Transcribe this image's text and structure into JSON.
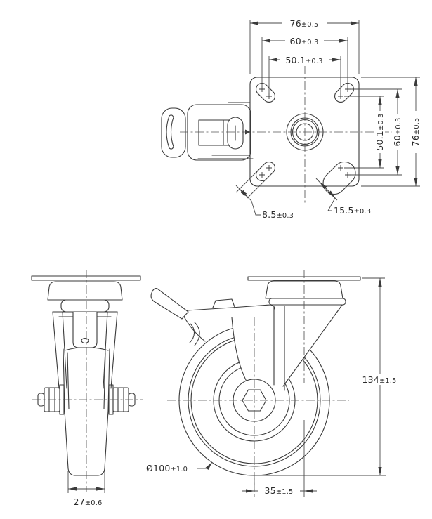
{
  "drawing": {
    "title": "swivel caster with total lock brake - dimensioned engineering drawing",
    "background": "#ffffff",
    "line_color": "#3a3a3a"
  },
  "dimensions": {
    "plate_width_top": {
      "value": "76",
      "tol": "±0.5"
    },
    "bolt_outer_top": {
      "value": "60",
      "tol": "±0.3"
    },
    "bolt_inner_top": {
      "value": "50.1",
      "tol": "±0.3"
    },
    "bolt_inner_right": {
      "value": "50.1",
      "tol": "±0.3"
    },
    "bolt_outer_right": {
      "value": "60",
      "tol": "±0.3"
    },
    "plate_width_right": {
      "value": "76",
      "tol": "±0.5"
    },
    "slot_width_small": {
      "value": "8.5",
      "tol": "±0.3"
    },
    "slot_width_large": {
      "value": "15.5",
      "tol": "±0.3"
    },
    "wheel_tread_width": {
      "value": "27",
      "tol": "±0.6"
    },
    "wheel_diameter": {
      "value": "Ø100",
      "tol": "±1.0"
    },
    "swivel_offset": {
      "value": "35",
      "tol": "±1.5"
    },
    "overall_height": {
      "value": "134",
      "tol": "±1.5"
    }
  }
}
